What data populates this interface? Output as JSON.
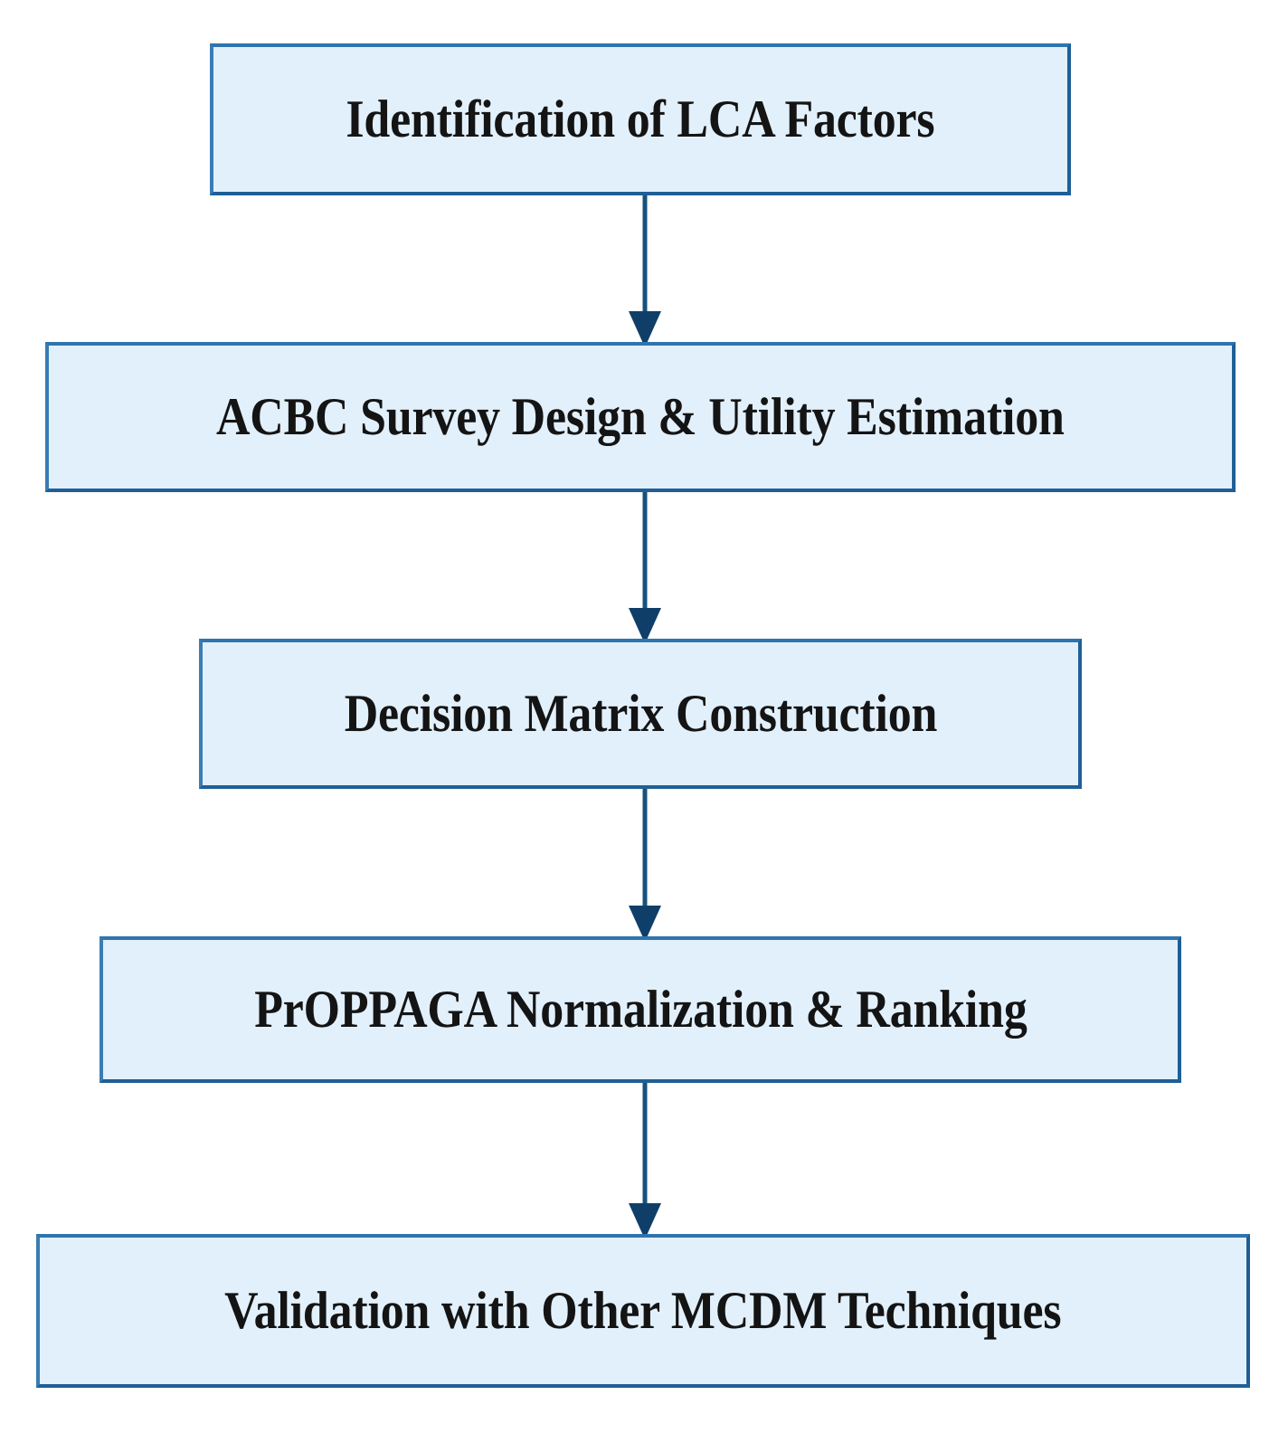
{
  "diagram": {
    "type": "flowchart",
    "orientation": "top-to-bottom",
    "background_color": "#ffffff",
    "node_fill_color": "#e2f0fb",
    "node_border_color": "#2a6ca4",
    "node_text_color": "#141414",
    "connector_color": "#15537f",
    "arrowhead_color": "#0f3f68",
    "nodes": [
      {
        "id": "node-1",
        "label": "Identification of LCA Factors"
      },
      {
        "id": "node-2",
        "label": "ACBC Survey Design & Utility Estimation"
      },
      {
        "id": "node-3",
        "label": "Decision Matrix Construction"
      },
      {
        "id": "node-4",
        "label": "PrOPPAGA Normalization & Ranking"
      },
      {
        "id": "node-5",
        "label": "Validation with Other MCDM Techniques"
      }
    ],
    "connectors": [
      {
        "id": "conn-1",
        "from": "node-1",
        "to": "node-2",
        "arrow": "down-arrow"
      },
      {
        "id": "conn-2",
        "from": "node-2",
        "to": "node-3",
        "arrow": "down-arrow"
      },
      {
        "id": "conn-3",
        "from": "node-3",
        "to": "node-4",
        "arrow": "down-arrow"
      },
      {
        "id": "conn-4",
        "from": "node-4",
        "to": "node-5",
        "arrow": "down-arrow"
      }
    ]
  }
}
